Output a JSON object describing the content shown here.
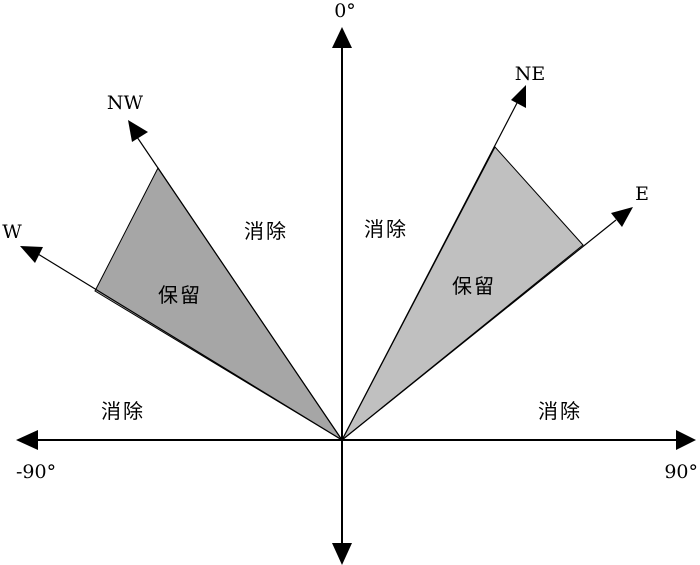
{
  "axes": {
    "top_label": "0°",
    "left_label": "-90°",
    "right_label": "90°"
  },
  "directions": {
    "nw": "NW",
    "w": "W",
    "ne": "NE",
    "e": "E"
  },
  "regions": {
    "keep_left": "保留",
    "keep_right": "保留",
    "remove_upper_left": "消除",
    "remove_upper_right": "消除",
    "remove_lower_left": "消除",
    "remove_lower_right": "消除"
  },
  "colors": {
    "keep_left_fill": "#a6a6a6",
    "keep_right_fill": "#c0c0c0",
    "line": "#000000"
  }
}
